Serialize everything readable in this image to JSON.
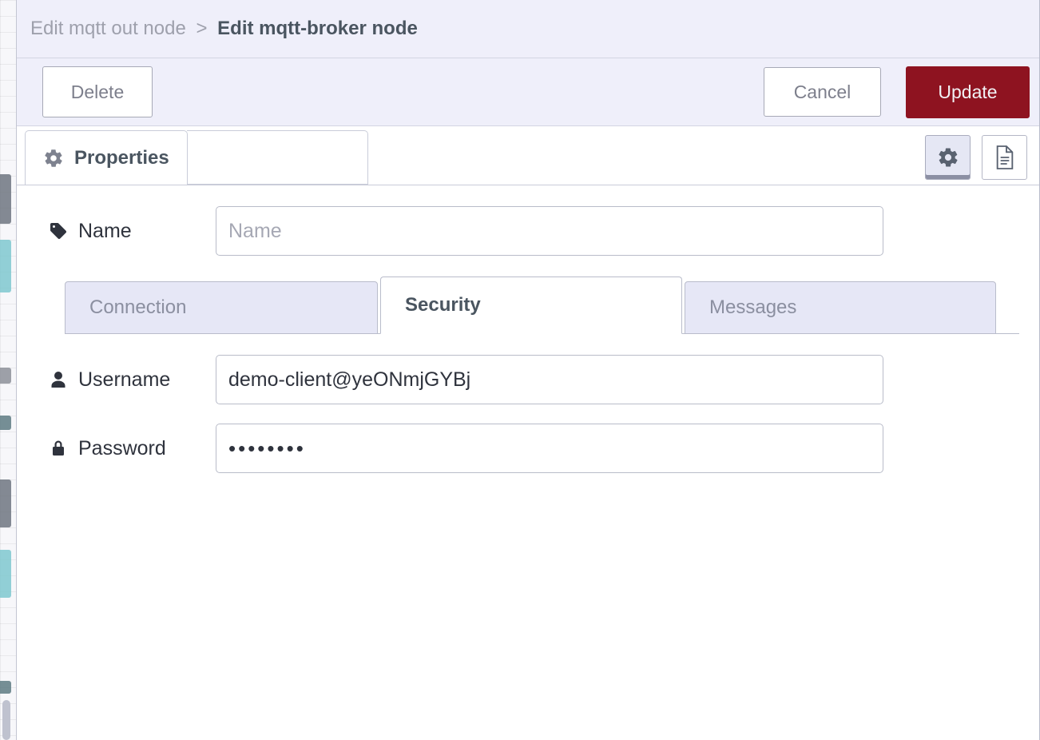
{
  "breadcrumb": {
    "parent": "Edit mqtt out node",
    "separator": ">",
    "current": "Edit mqtt-broker node"
  },
  "toolbar": {
    "delete_label": "Delete",
    "cancel_label": "Cancel",
    "update_label": "Update"
  },
  "tabs": [
    {
      "label": "Properties",
      "icon": "gear-icon",
      "active": true
    }
  ],
  "tab_icon_buttons": [
    {
      "name": "gear-icon",
      "active": true
    },
    {
      "name": "description-icon",
      "active": false
    }
  ],
  "form": {
    "name": {
      "label": "Name",
      "icon": "tag-icon",
      "value": "",
      "placeholder": "Name"
    },
    "username": {
      "label": "Username",
      "icon": "user-icon",
      "value": "demo-client@yeONmjGYBj",
      "placeholder": ""
    },
    "password": {
      "label": "Password",
      "icon": "lock-icon",
      "value": "••••••••",
      "placeholder": ""
    }
  },
  "subtabs": [
    {
      "label": "Connection",
      "active": false
    },
    {
      "label": "Security",
      "active": true
    },
    {
      "label": "Messages",
      "active": false
    }
  ],
  "colors": {
    "primary_button": "#8e1320",
    "header_background": "#efeffa",
    "tab_inactive_background": "#e6e7f6",
    "text_primary": "#2f333d",
    "text_muted": "#8b8fa0",
    "border": "#b9bccb"
  }
}
